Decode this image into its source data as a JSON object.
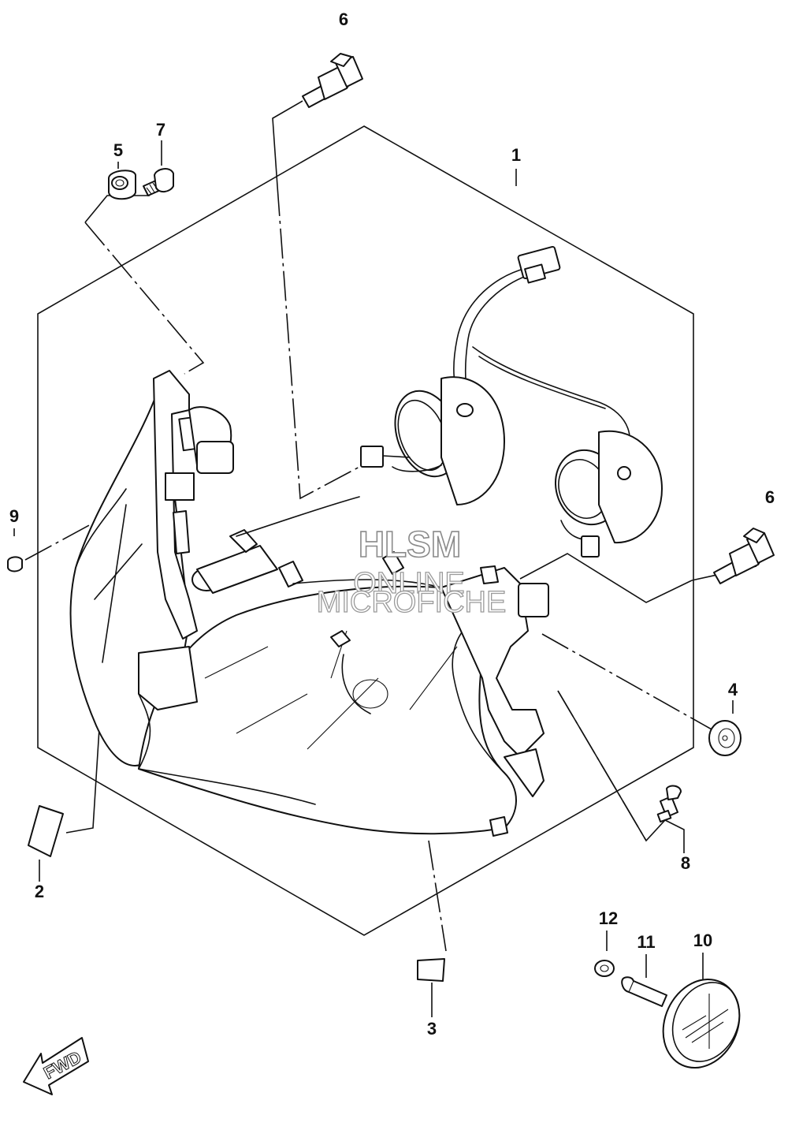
{
  "diagram": {
    "callouts": [
      {
        "id": "1",
        "label": "1"
      },
      {
        "id": "2",
        "label": "2"
      },
      {
        "id": "3",
        "label": "3"
      },
      {
        "id": "4",
        "label": "4"
      },
      {
        "id": "5",
        "label": "5"
      },
      {
        "id": "6a",
        "label": "6"
      },
      {
        "id": "6b",
        "label": "6"
      },
      {
        "id": "7",
        "label": "7"
      },
      {
        "id": "8",
        "label": "8"
      },
      {
        "id": "9",
        "label": "9"
      },
      {
        "id": "10",
        "label": "10"
      },
      {
        "id": "11",
        "label": "11"
      },
      {
        "id": "12",
        "label": "12"
      }
    ],
    "fwd_label": "FWD",
    "watermark": {
      "line1": "HLSM",
      "line2": "ONLINE",
      "line3": "MICROFICHE"
    }
  }
}
